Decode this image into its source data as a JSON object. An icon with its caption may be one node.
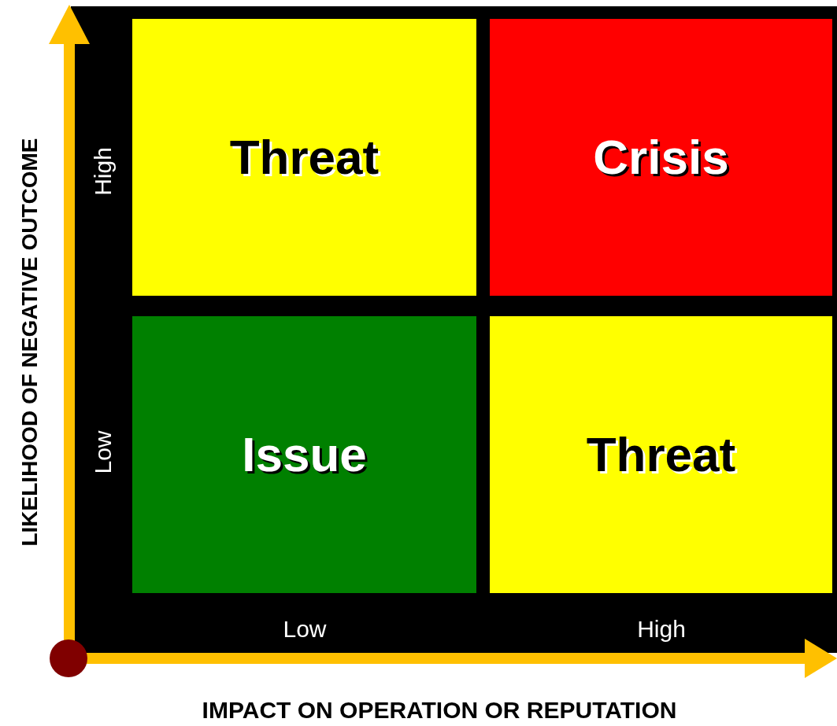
{
  "diagram": {
    "nodes": [
      {
        "text": [
          "Threat"
        ]
      },
      {
        "text": [
          "Crisis"
        ]
      },
      {
        "text": [
          "Issue"
        ]
      },
      {
        "text": [
          "Threat"
        ]
      }
    ],
    "labels": [
      "LIKELIHOOD OF NEGATIVE OUTCOME",
      "High",
      "Low",
      "Low",
      "High",
      "IMPACT ON OPERATION OR REPUTATION"
    ]
  }
}
